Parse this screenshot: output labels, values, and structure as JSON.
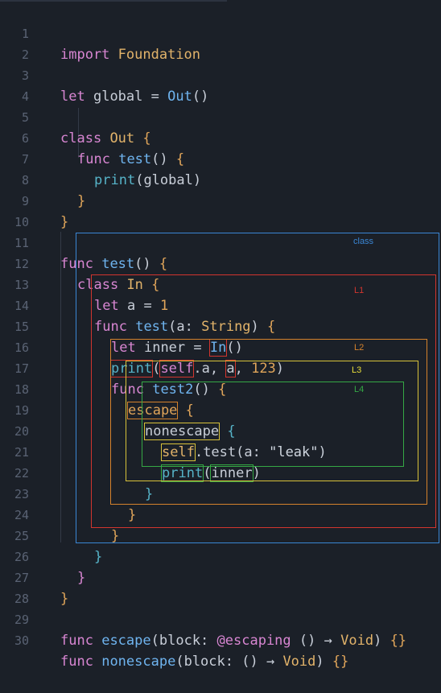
{
  "editor": {
    "line_numbers": [
      "1",
      "2",
      "3",
      "4",
      "5",
      "6",
      "7",
      "8",
      "9",
      "10",
      "11",
      "12",
      "13",
      "14",
      "15",
      "16",
      "17",
      "18",
      "19",
      "20",
      "21",
      "22",
      "23",
      "24",
      "25",
      "26",
      "27",
      "28",
      "29",
      "30"
    ],
    "tokens": {
      "import": "import",
      "Foundation": "Foundation",
      "let": "let",
      "global": "global",
      "eq": " = ",
      "Out": "Out",
      "paren_pair": "()",
      "class": "class",
      "brace_open": "{",
      "brace_close": "}",
      "func": "func",
      "test": "test",
      "print": "print",
      "lparen": "(",
      "rparen": ")",
      "In": "In",
      "a": "a",
      "one": "1",
      "a_colon": "a: ",
      "String": "String",
      "inner": "inner",
      "self": "self",
      "dot_a": ".a, ",
      "comma_space": ", ",
      "n123": "123",
      "test2": "test2",
      "escape": "escape",
      "nonescape": "nonescape",
      "dot_test": ".test(",
      "leak": "\"leak\"",
      "block_colon": "block: ",
      "escaping_attr": "@escaping",
      "arrow": " → ",
      "Void": "Void",
      "empty_braces": "{}"
    }
  },
  "scope_labels": {
    "class": "class",
    "l1": "L1",
    "l2": "L2",
    "l3": "L3",
    "l4": "L4"
  },
  "colors": {
    "class_box": "#3a86d4",
    "l1_box": "#d2352e",
    "l2_box": "#d5822c",
    "l3_box": "#d8c23a",
    "l4_box": "#35a845"
  }
}
